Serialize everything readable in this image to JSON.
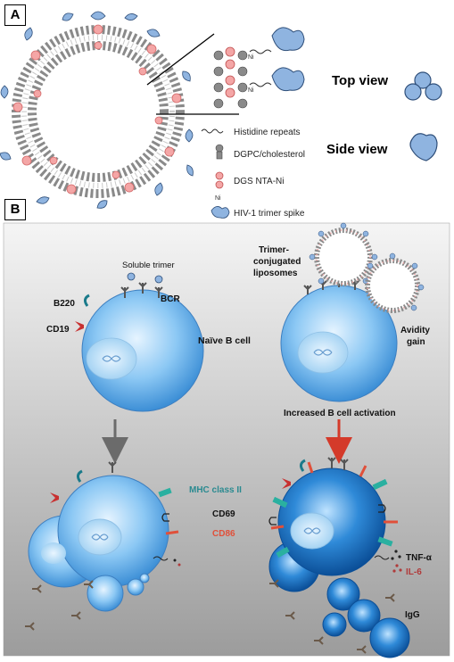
{
  "panel_a": {
    "letter": "A",
    "top_view": "Top view",
    "side_view": "Side view",
    "legend": [
      {
        "icon": "histidine-squiggle-icon",
        "label": "Histidine repeats"
      },
      {
        "icon": "dgpc-lipid-icon",
        "label": "DGPC/cholesterol"
      },
      {
        "icon": "dgs-nta-ni-lipid-icon",
        "label": "DGS NTA-Ni"
      },
      {
        "icon": "trimer-spike-icon",
        "label": "HIV-1 trimer spike"
      }
    ],
    "ni_label": "Ni",
    "ni_label_legend": "Ni"
  },
  "panel_b": {
    "letter": "B",
    "soluble_trimer": "Soluble trimer",
    "trimer_conjugated_line1": "Trimer-",
    "trimer_conjugated_line2": "conjugated",
    "trimer_conjugated_line3": "liposomes",
    "b220": "B220",
    "bcr": "BCR",
    "cd19": "CD19",
    "naive_b_cell": "Naïve B cell",
    "avidity_line1": "Avidity",
    "avidity_line2": "gain",
    "increased_activation": "Increased B cell activation",
    "mhc_class_ii": "MHC class II",
    "cd69": "CD69",
    "cd86": "CD86",
    "tnf": "TNF-α",
    "il6": "IL-6",
    "igg": "IgG"
  },
  "colors": {
    "lipid_gray": "#8a8a8a",
    "lipid_pink": "#f4a6a6",
    "trimer_blue": "#8fb4e0",
    "cell_blue": "#5aa8e8",
    "arrow_gray": "#6b6b6b",
    "arrow_red": "#d43a2a",
    "mhc_teal": "#2a9a9a",
    "cd86_red": "#e0503a",
    "il6_red": "#b03a3a"
  }
}
